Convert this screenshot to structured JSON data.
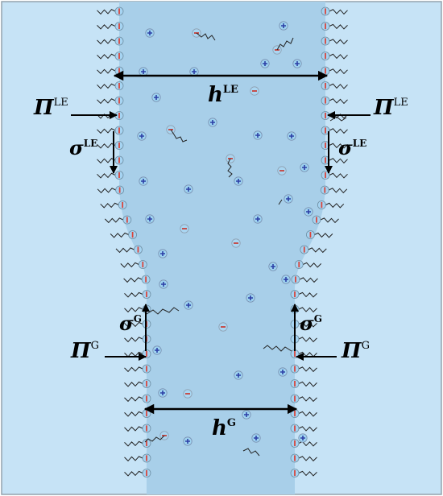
{
  "colors": {
    "outer": "#c6e3f6",
    "film": "#a8cfe9",
    "border": "#94a3ad",
    "arrow": "#000000",
    "pos_ion": "#9ed3f0",
    "pos_sign": "#2c3fa6",
    "neg_ion": "#a9d6f2",
    "neg_sign": "#c8403a",
    "surf_head": "#a6d4f2",
    "surf_bar": "#d8463c"
  },
  "labels": {
    "h_le": {
      "main": "h",
      "sup": "LE"
    },
    "pi_le": {
      "main": "Π",
      "sup": "LE"
    },
    "sigma_le": {
      "main": "σ",
      "sup": "LE"
    },
    "sigma_g": {
      "main": "σ",
      "sup": "G"
    },
    "pi_g": {
      "main": "Π",
      "sup": "G"
    },
    "h_g": {
      "main": "h",
      "sup": "G"
    }
  },
  "icons": {
    "positive_ion": "plus-ion-icon",
    "negative_ion": "minus-ion-icon",
    "surfactant": "surfactant-icon",
    "arrow": "arrow-icon"
  }
}
